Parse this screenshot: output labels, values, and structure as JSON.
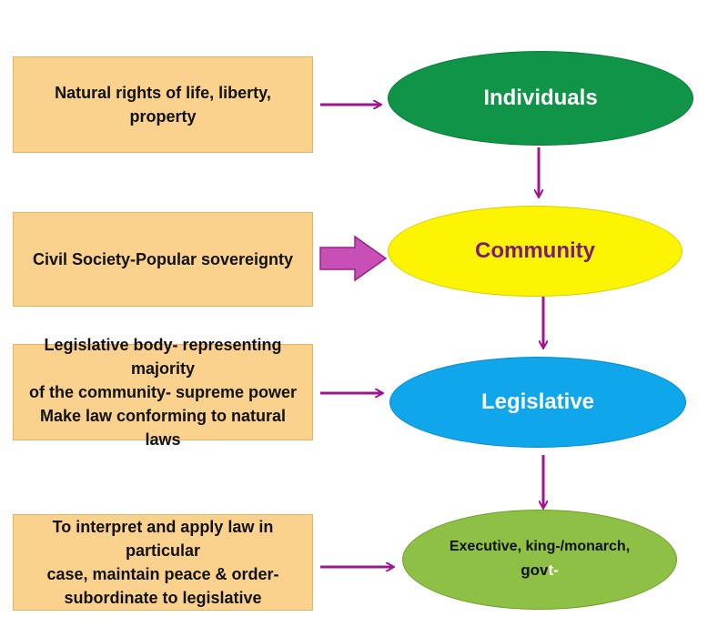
{
  "left_boxes": [
    {
      "lines": [
        "Natural rights of life, liberty, property"
      ]
    },
    {
      "lines": [
        "Civil Society-Popular sovereignty"
      ]
    },
    {
      "lines": [
        "Legislative body- representing majority",
        "of the community- supreme power",
        "Make law conforming to natural laws"
      ]
    },
    {
      "lines": [
        "To interpret and apply law in particular",
        "case, maintain peace & order-",
        "subordinate to legislative"
      ]
    }
  ],
  "nodes": {
    "individuals": "Individuals",
    "community": "Community",
    "legislative": "Legislative",
    "executive_line1": "Executive, king-/monarch,",
    "executive_line2": "gov",
    "executive_tail": "t-"
  },
  "colors": {
    "box_fill": "#fad28e",
    "individuals": "#109447",
    "community": "#fcf400",
    "legislative": "#0fa6ec",
    "executive": "#8ec045",
    "arrow": "#a0158f",
    "block_arrow": "#c74fb6"
  }
}
